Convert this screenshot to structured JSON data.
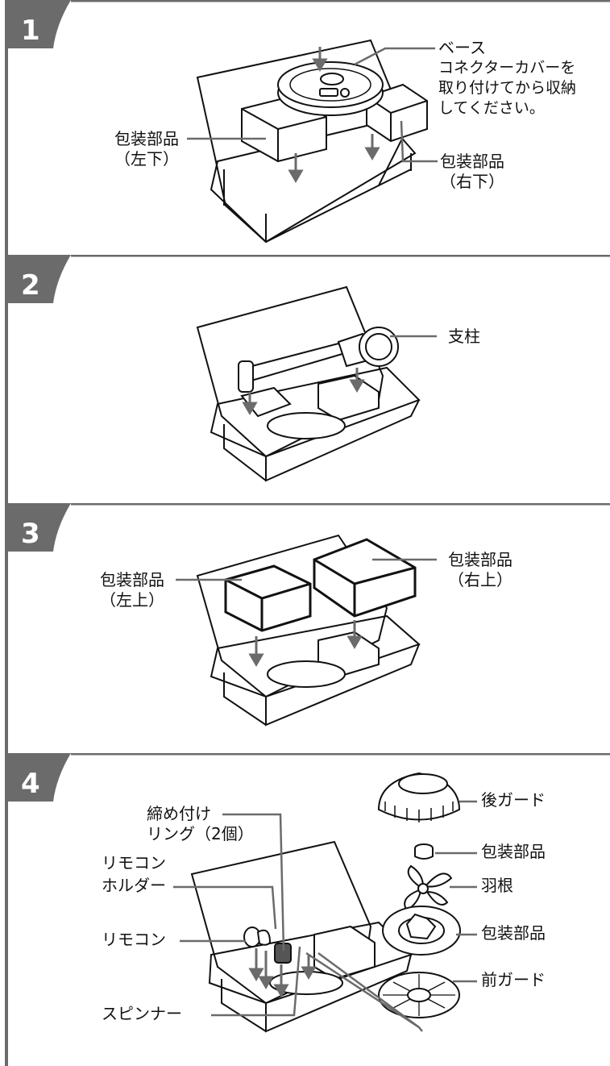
{
  "steps": [
    {
      "number": "1",
      "labels": {
        "base_title": "ベース",
        "base_note_line1": "コネクターカバーを",
        "base_note_line2": "取り付けてから収納",
        "base_note_line3": "してください。",
        "left_lower": "包装部品",
        "left_lower_sub": "（左下）",
        "right_lower": "包装部品",
        "right_lower_sub": "（右下）"
      }
    },
    {
      "number": "2",
      "labels": {
        "pillar": "支柱"
      }
    },
    {
      "number": "3",
      "labels": {
        "right_upper": "包装部品",
        "right_upper_sub": "（右上）",
        "left_upper": "包装部品",
        "left_upper_sub": "（左上）"
      }
    },
    {
      "number": "4",
      "labels": {
        "clamp_ring_line1": "締め付け",
        "clamp_ring_line2": "リング（2個）",
        "remote_holder_line1": "リモコン",
        "remote_holder_line2": "ホルダー",
        "remote": "リモコン",
        "spinner": "スピンナー",
        "rear_guard": "後ガード",
        "packing_part_1": "包装部品",
        "blade": "羽根",
        "packing_part_2": "包装部品",
        "front_guard": "前ガード"
      }
    }
  ],
  "colors": {
    "rail": "#6b6b6b",
    "badge": "#6b6b6b"
  }
}
